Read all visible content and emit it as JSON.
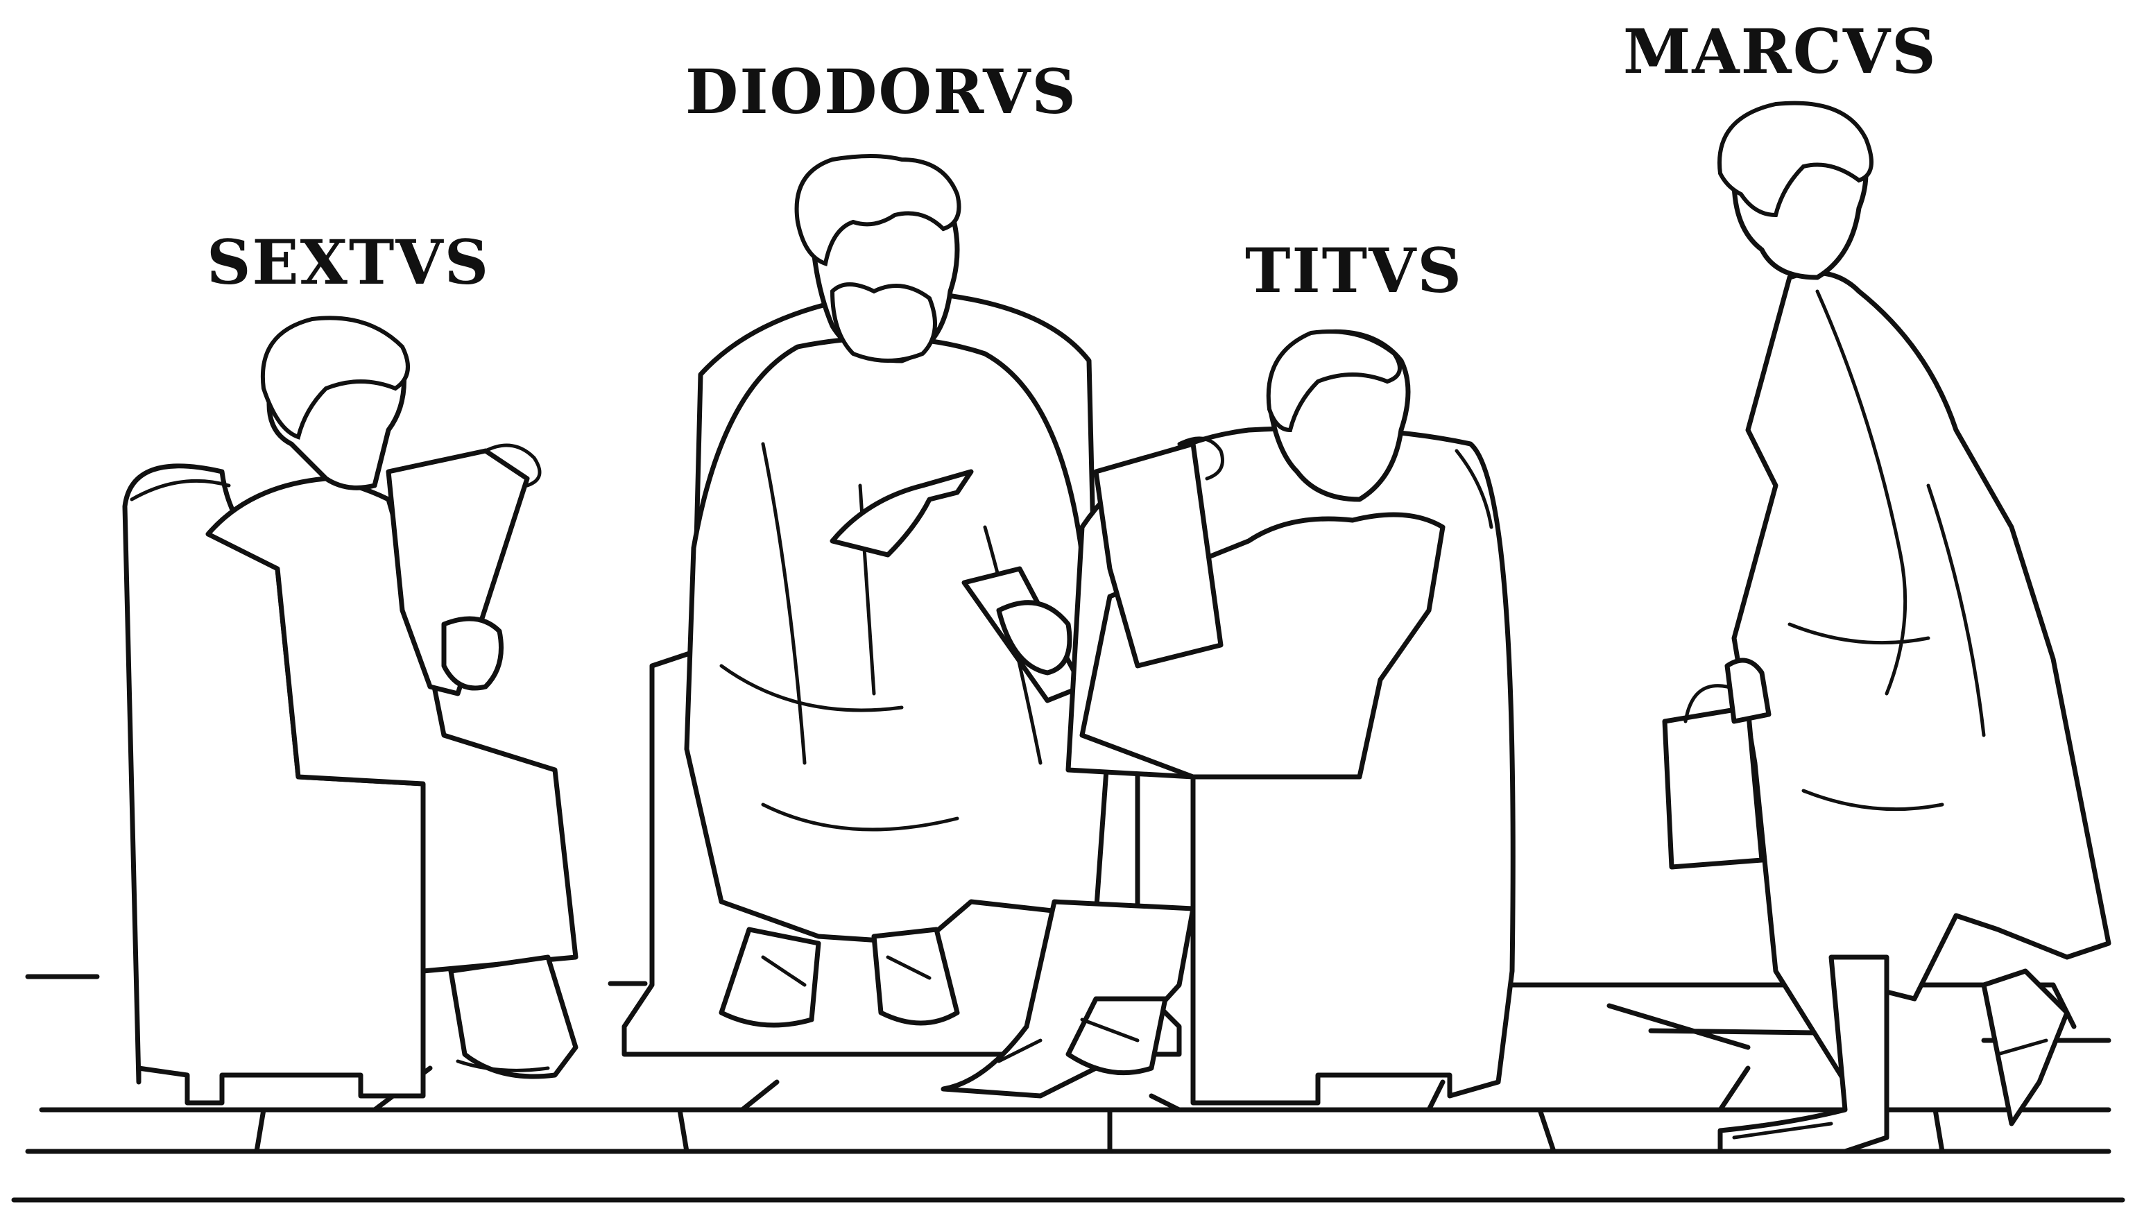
{
  "labels": {
    "sextus": "SEXTVS",
    "diodorus": "DIODORVS",
    "titus": "TITVS",
    "marcus": "MARCVS"
  },
  "colors": {
    "ink": "#111111",
    "paper": "#ffffff"
  }
}
